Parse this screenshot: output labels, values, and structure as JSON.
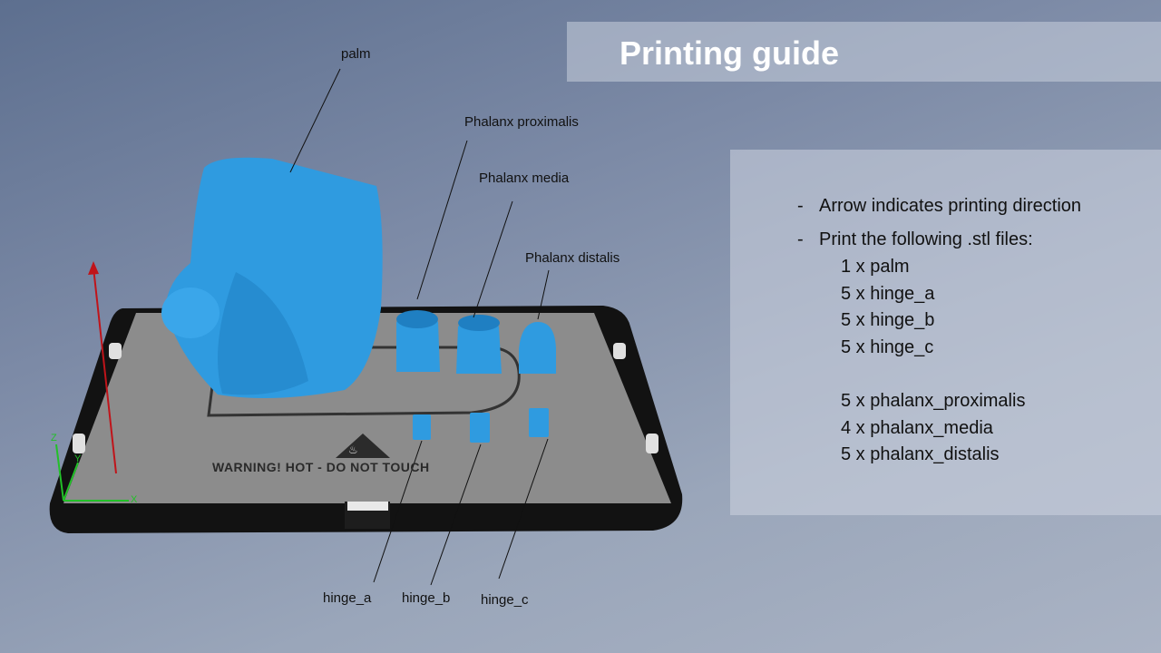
{
  "title": "Printing guide",
  "callouts": {
    "palm": "palm",
    "proximalis": "Phalanx proximalis",
    "media": "Phalanx media",
    "distalis": "Phalanx distalis",
    "hinge_a": "hinge_a",
    "hinge_b": "hinge_b",
    "hinge_c": "hinge_c"
  },
  "bed_warning": "WARNING! HOT - DO NOT TOUCH",
  "axes": {
    "x": "X",
    "y": "Y",
    "z": "Z"
  },
  "instructions": {
    "bullet1": "Arrow indicates printing direction",
    "bullet2": "Print the following .stl files:",
    "items": [
      "1 x palm",
      "5 x hinge_a",
      "5 x hinge_b",
      "5 x hinge_c",
      "5 x phalanx_proximalis",
      "4 x phalanx_media",
      "5 x phalanx_distalis"
    ]
  },
  "colors": {
    "part": "#2f9be0",
    "bed": "#8e8e8e",
    "frame": "#121212",
    "arrow": "#c0141a",
    "axis": "#22c028"
  }
}
